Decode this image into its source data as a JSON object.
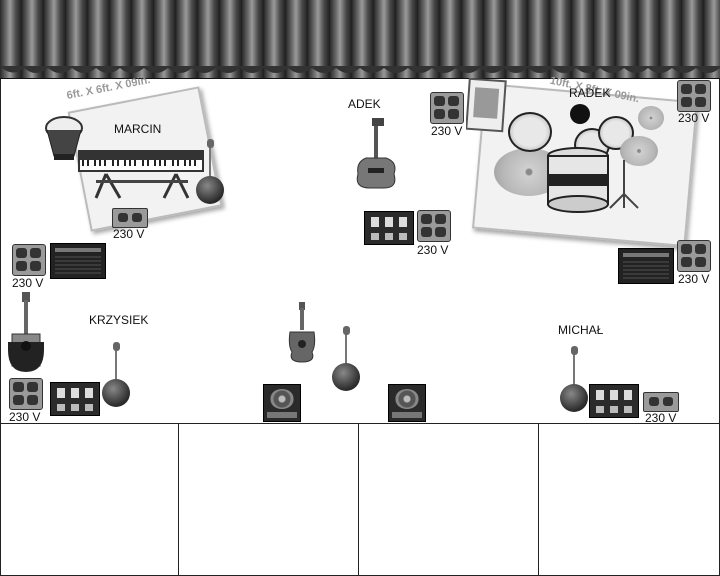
{
  "performers": {
    "marcin": "MARCIN",
    "adek": "ADEK",
    "radek": "RADEK",
    "krzysiek": "KRZYSIEK",
    "michal": "MICHAŁ"
  },
  "risers": {
    "left": "6ft. X 6ft. X 09in.",
    "right": "10ft. X 8ft. X 09in."
  },
  "power": {
    "label": "230 V"
  },
  "colors": {
    "curtain": "#4a4a4a",
    "riser": "#f2f2f2",
    "equipment": "#2a2a2a"
  }
}
